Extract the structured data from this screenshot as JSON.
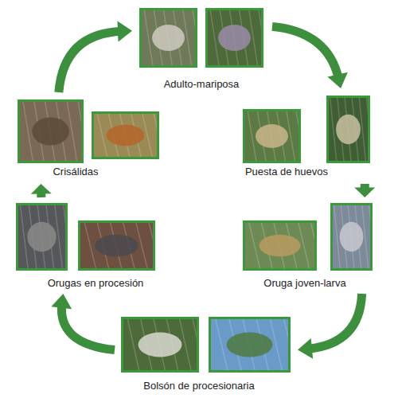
{
  "diagram": {
    "nodes": [
      {
        "text": [
          "Adulto-mariposa"
        ]
      },
      {
        "text": [
          "Puesta de huevos"
        ]
      },
      {
        "text": [
          "Oruga joven-larva"
        ]
      },
      {
        "text": [
          "Bolsón de procesionaria"
        ]
      },
      {
        "text": [
          "Orugas en procesión"
        ]
      },
      {
        "text": [
          "Crisálidas"
        ]
      }
    ],
    "edges": [
      {
        "from": 0,
        "to": 1,
        "arrow": "to"
      },
      {
        "from": 1,
        "to": 2,
        "arrow": "to"
      },
      {
        "from": 2,
        "to": 3,
        "arrow": "to"
      },
      {
        "from": 3,
        "to": 4,
        "arrow": "to"
      },
      {
        "from": 4,
        "to": 5,
        "arrow": "to"
      },
      {
        "from": 5,
        "to": 0,
        "arrow": "to"
      }
    ]
  }
}
